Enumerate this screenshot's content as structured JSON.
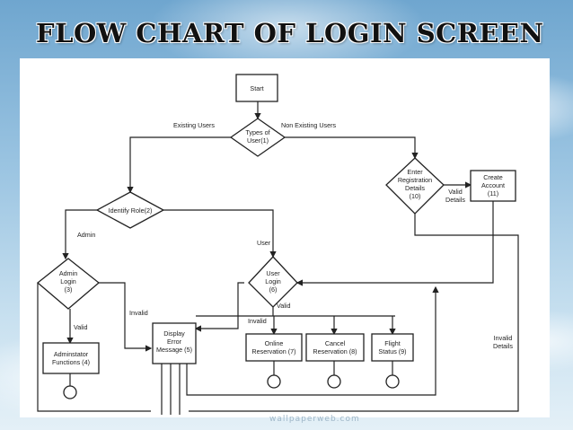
{
  "title": "FLOW CHART OF LOGIN SCREEN",
  "watermark": "wallpaperweb.com",
  "nodes": {
    "start": "Start",
    "types_of_user": [
      "Types of",
      "User(1)"
    ],
    "identify_role": "Identify Role(2)",
    "enter_registration": [
      "Enter",
      "Registration",
      "Details",
      "(10)"
    ],
    "create_account": [
      "Create",
      "Account",
      "(11)"
    ],
    "admin_login": [
      "Admin",
      "Login",
      "(3)"
    ],
    "user_login": [
      "User",
      "Login",
      "(6)"
    ],
    "display_error": [
      "Display",
      "Error",
      "Message (5)"
    ],
    "admin_functions": [
      "Adminstator",
      "Functions (4)"
    ],
    "online_reservation": [
      "Online",
      "Reservation (7)"
    ],
    "cancel_reservation": [
      "Cancel",
      "Reservation (8)"
    ],
    "flight_status": [
      "Flight",
      "Status (9)"
    ]
  },
  "edge_labels": {
    "existing_users": "Existing Users",
    "non_existing_users": "Non Existing Users",
    "admin": "Admin",
    "user": "User",
    "valid_admin": "Valid",
    "invalid_admin": "Invalid",
    "valid_user": "Valid",
    "invalid_user": "Invalid",
    "valid_details": [
      "Valid",
      "Details"
    ],
    "invalid_details": [
      "Invalid",
      "Details"
    ]
  }
}
